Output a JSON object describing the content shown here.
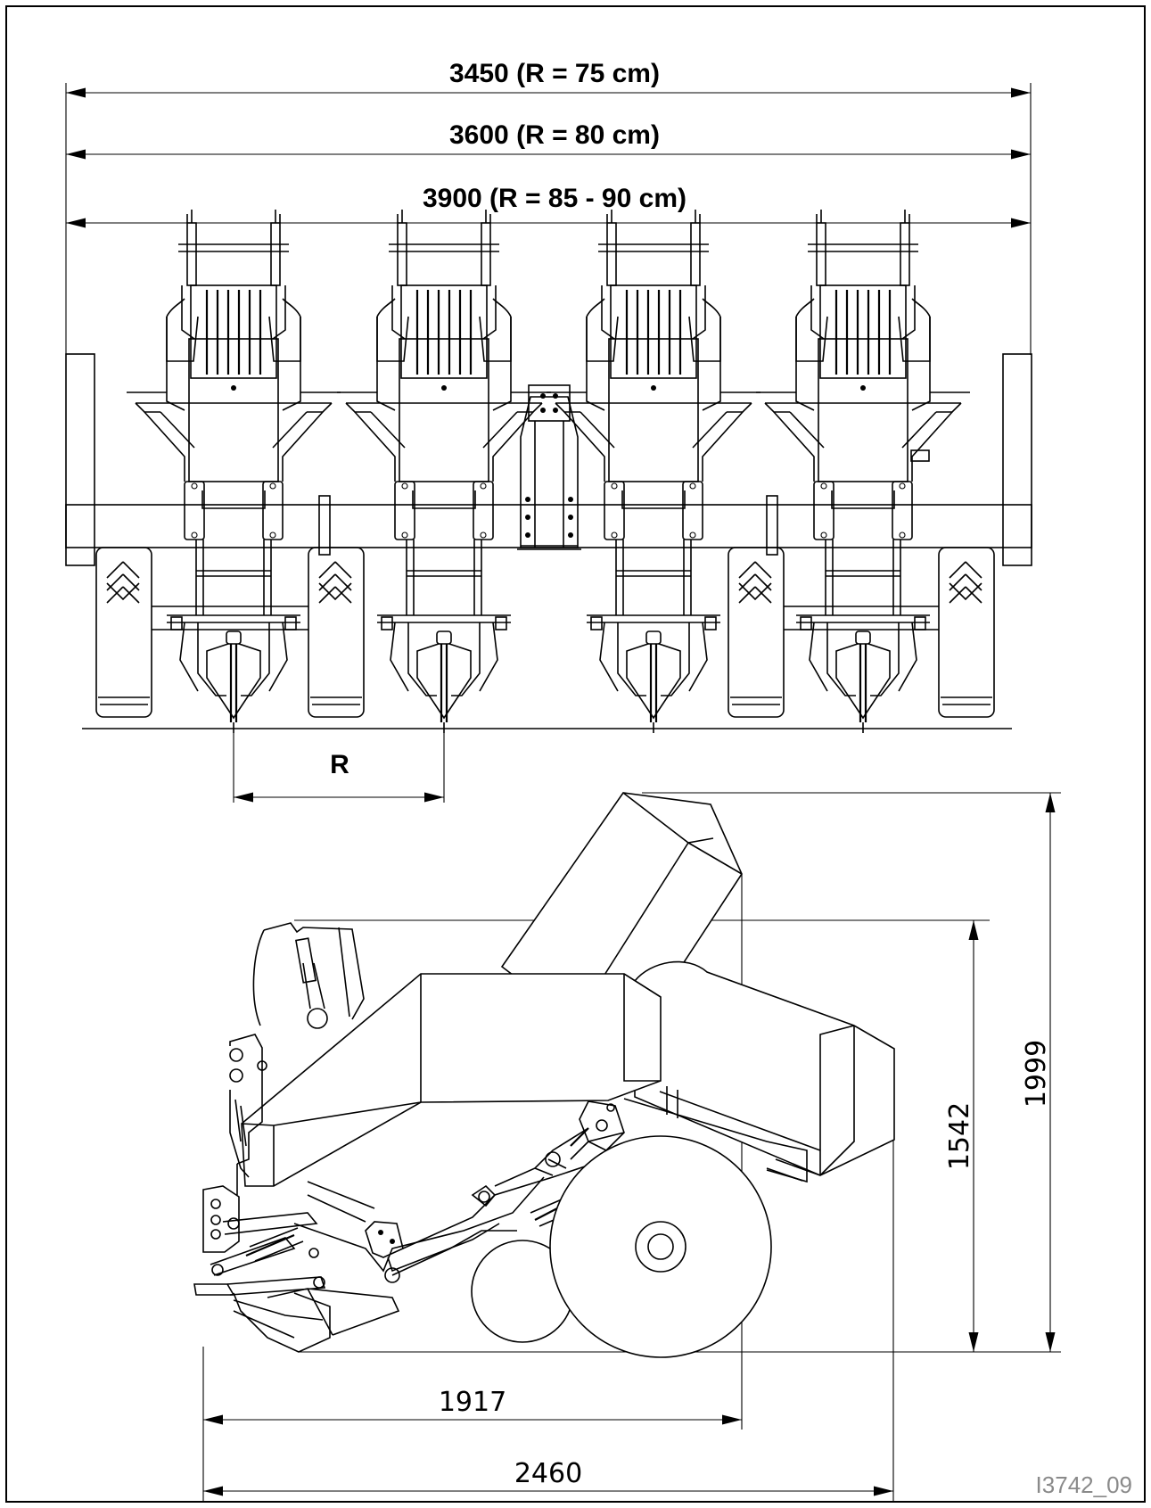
{
  "front_view": {
    "width_dims": [
      "3450 (R = 75 cm)",
      "3600 (R = 80 cm)",
      "3900 (R = 85 - 90 cm)"
    ],
    "row_spacing_label": "R"
  },
  "side_view": {
    "length_dims": [
      "1917",
      "2460"
    ],
    "height_dims": [
      "1542",
      "1999"
    ]
  },
  "reference_code": "I3742_09"
}
